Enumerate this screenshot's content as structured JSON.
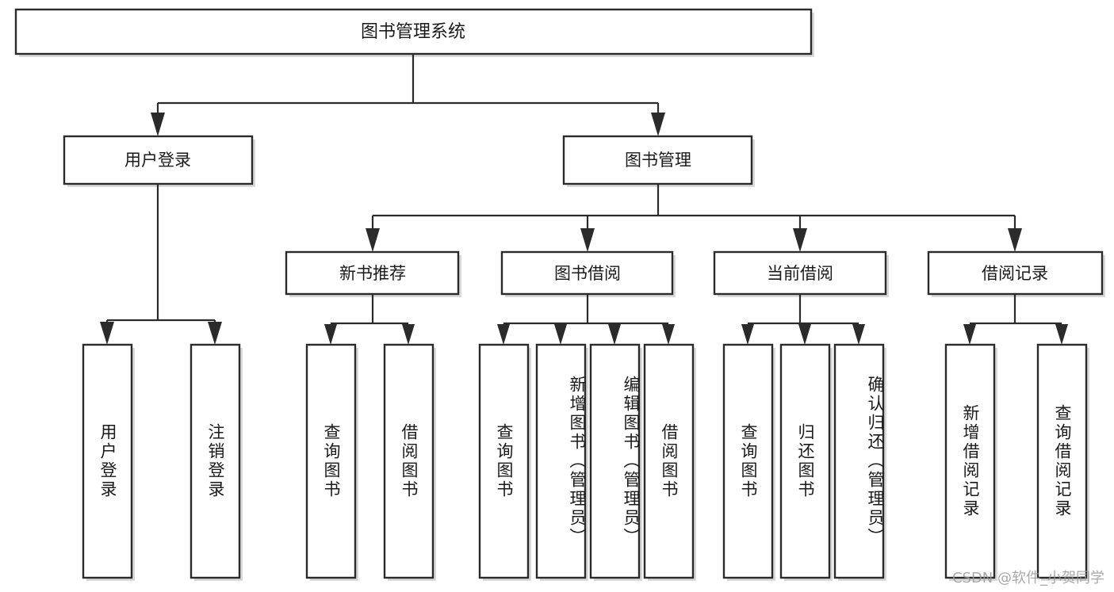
{
  "diagram": {
    "type": "tree-hierarchy-chart",
    "title_node": "图书管理系统",
    "colors": {
      "box_stroke": "#2b2b2b",
      "box_fill": "#ffffff",
      "connector": "#2b2b2b",
      "text": "#1a1a1a",
      "background": "#ffffff",
      "watermark": "#9a9a9a"
    },
    "levels": {
      "level1": [
        "图书管理系统"
      ],
      "level2": [
        "用户登录",
        "图书管理"
      ],
      "level3": [
        "新书推荐",
        "图书借阅",
        "当前借阅",
        "借阅记录"
      ],
      "level4": [
        "用户登录",
        "注销登录",
        "查询图书",
        "借阅图书",
        "查询图书",
        "新增图书（管理员）",
        "编辑图书（管理员）",
        "借阅图书",
        "查询图书",
        "归还图书",
        "确认归还（管理员）",
        "新增借阅记录",
        "查询借阅记录"
      ]
    },
    "nodes": {
      "root": {
        "label": "图书管理系统"
      },
      "user_login": {
        "label": "用户登录"
      },
      "book_manage": {
        "label": "图书管理"
      },
      "new_book_rec": {
        "label": "新书推荐"
      },
      "book_borrow": {
        "label": "图书借阅"
      },
      "current_borrow": {
        "label": "当前借阅"
      },
      "borrow_record": {
        "label": "借阅记录"
      },
      "leaf_user_login": {
        "label": "用户登录"
      },
      "leaf_user_logout": {
        "label": "注销登录"
      },
      "leaf_query_book_1": {
        "label": "查询图书"
      },
      "leaf_borrow_book_1": {
        "label": "借阅图书"
      },
      "leaf_query_book_2": {
        "label": "查询图书"
      },
      "leaf_add_book": {
        "label": "新增图书（管理员）"
      },
      "leaf_edit_book": {
        "label": "编辑图书（管理员）"
      },
      "leaf_borrow_book_2": {
        "label": "借阅图书"
      },
      "leaf_query_book_3": {
        "label": "查询图书"
      },
      "leaf_return_book": {
        "label": "归还图书"
      },
      "leaf_confirm_return": {
        "label": "确认归还（管理员）"
      },
      "leaf_add_record": {
        "label": "新增借阅记录"
      },
      "leaf_query_record": {
        "label": "查询借阅记录"
      }
    },
    "edges": [
      {
        "from": "图书管理系统",
        "to": "用户登录"
      },
      {
        "from": "图书管理系统",
        "to": "图书管理"
      },
      {
        "from": "用户登录",
        "to": "用户登录"
      },
      {
        "from": "用户登录",
        "to": "注销登录"
      },
      {
        "from": "图书管理",
        "to": "新书推荐"
      },
      {
        "from": "图书管理",
        "to": "图书借阅"
      },
      {
        "from": "图书管理",
        "to": "当前借阅"
      },
      {
        "from": "图书管理",
        "to": "借阅记录"
      },
      {
        "from": "新书推荐",
        "to": "查询图书"
      },
      {
        "from": "新书推荐",
        "to": "借阅图书"
      },
      {
        "from": "图书借阅",
        "to": "查询图书"
      },
      {
        "from": "图书借阅",
        "to": "新增图书（管理员）"
      },
      {
        "from": "图书借阅",
        "to": "编辑图书（管理员）"
      },
      {
        "from": "图书借阅",
        "to": "借阅图书"
      },
      {
        "from": "当前借阅",
        "to": "查询图书"
      },
      {
        "from": "当前借阅",
        "to": "归还图书"
      },
      {
        "from": "当前借阅",
        "to": "确认归还（管理员）"
      },
      {
        "from": "借阅记录",
        "to": "新增借阅记录"
      },
      {
        "from": "借阅记录",
        "to": "查询借阅记录"
      }
    ]
  },
  "watermark": {
    "text": "CSDN @软件_小贺同学"
  }
}
